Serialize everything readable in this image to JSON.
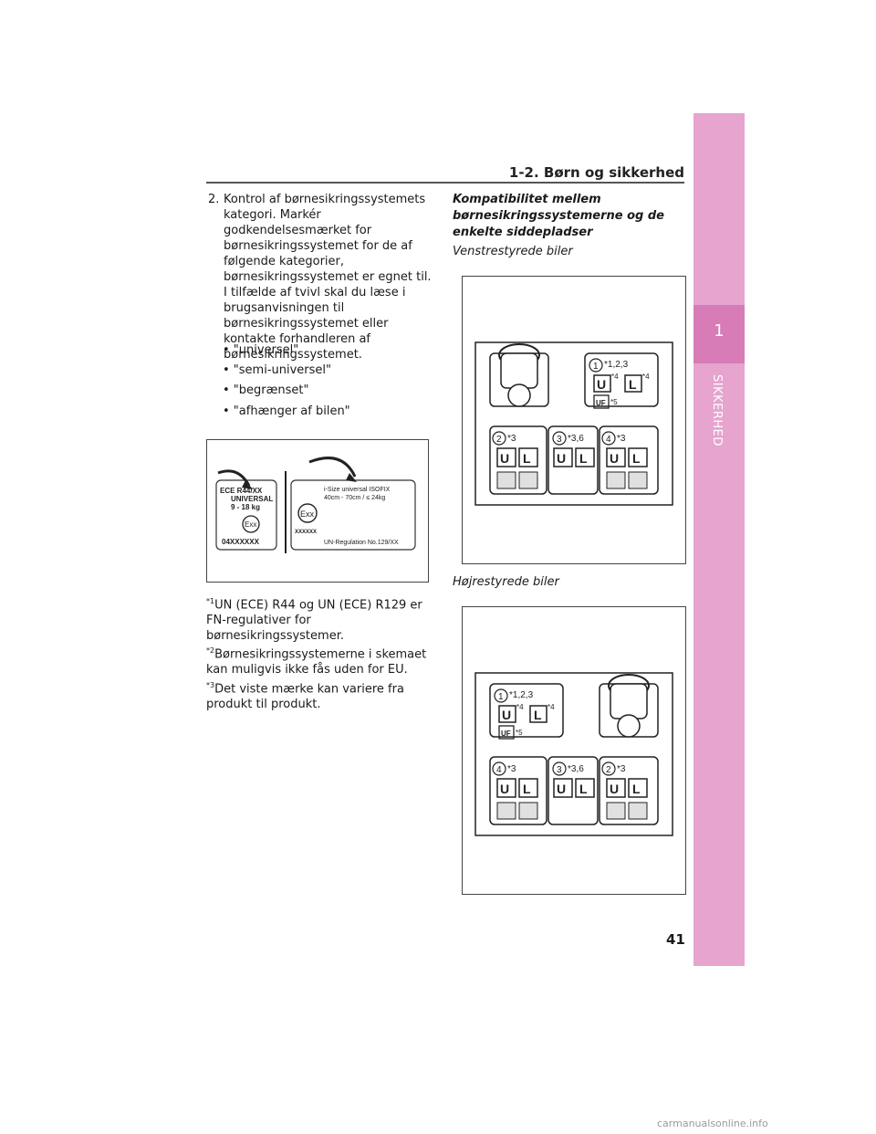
{
  "header": {
    "title": "1-2. Børn og sikkerhed"
  },
  "side_tab": {
    "number": "1",
    "label": "SIKKERHED"
  },
  "step2": {
    "num": "2.",
    "text": "Kontrol af børnesikringssystemets kategori. Markér godkendelsesmærket for børnesikringssystemet for de af følgende kategorier, børnesikringssystemet er egnet til. I tilfælde af tvivl skal du læse i brugsanvisningen til børnesikringssystemet eller kontakte forhandleren af børnesikringssystemet."
  },
  "bullets": [
    "• \"universel\"",
    "• \"semi-universel\"",
    "• \"begrænset\"",
    "• \"afhænger af bilen\""
  ],
  "label_figure": {
    "ece": "ECE R44/XX",
    "universal": "UNIVERSAL",
    "weight": "9 - 18 kg",
    "exx": "Exx",
    "code1": "04XXXXXX",
    "isize": "i-Size universal ISOFIX",
    "range": "40cm - 70cm / ≤ 24kg",
    "code2": "XXXXXX",
    "regulation": "UN-Regulation No.129/XX"
  },
  "footnotes": [
    {
      "mark": "*1",
      "text": "UN (ECE) R44 og UN (ECE) R129 er FN-regulativer for børnesikringssystemer."
    },
    {
      "mark": "*2",
      "text": "Børnesikringssystemerne i skemaet kan muligvis ikke fås uden for EU."
    },
    {
      "mark": "*3",
      "text": "Det viste mærke kan variere fra produkt til produkt."
    }
  ],
  "compat_title": "Kompatibilitet mellem børnesikringssystemerne og de enkelte siddepladser",
  "left_drive": "Venstrestyrede biler",
  "right_drive": "Højrestyrede biler",
  "seat_diagram": {
    "front_num": "1",
    "front_notes": "*1,2,3",
    "front_u_note": "*4",
    "front_l_note": "*4",
    "front_uf_note": "*5",
    "u": "U",
    "l": "L",
    "uf": "UF",
    "rear_left_notes": "*3",
    "rear_mid_num": "3",
    "rear_mid_notes": "*3,6",
    "rear_right_notes": "*3",
    "lhd_rear_left_num": "2",
    "lhd_rear_right_num": "4",
    "rhd_rear_left_num": "4",
    "rhd_rear_right_num": "2"
  },
  "page_number": "41",
  "watermark": "carmanualsonline.info"
}
